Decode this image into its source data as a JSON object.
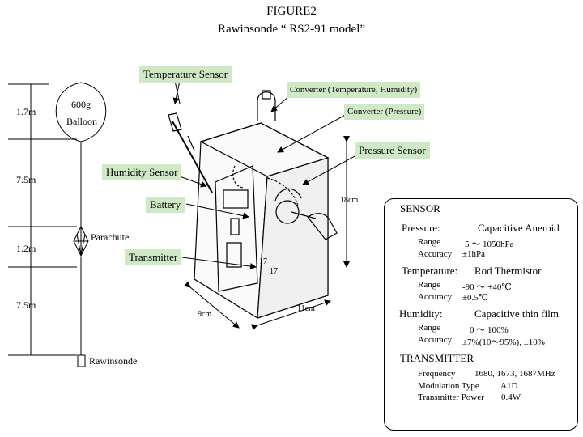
{
  "header": {
    "figure": "FIGURE2",
    "subtitle": "Rawinsonde  “ RS2-91 model”"
  },
  "callouts": {
    "temperature_sensor": "Temperature Sensor",
    "converter_temp_humidity": "Converter (Temperature, Humidity)",
    "converter_pressure": "Converter (Pressure)",
    "pressure_sensor": "Pressure Sensor",
    "humidity_sensor": "Humidity Sensor",
    "battery": "Battery",
    "transmitter": "Transmitter"
  },
  "left_chain": {
    "balloon_weight": "600g",
    "balloon_label": "Balloon",
    "parachute_label": "Parachute",
    "rawinsonde_label": "Rawinsonde",
    "dist_1": "1.7m",
    "dist_2": "7.5m",
    "dist_3": "1.2m",
    "dist_4": "7.5m"
  },
  "dimensions": {
    "height": "18cm",
    "width": "9cm",
    "depth": "11cm",
    "marker_a": "17",
    "marker_b": "17"
  },
  "spec": {
    "sensor_title": "SENSOR",
    "pressure": {
      "name": "Pressure:",
      "type": "Capacitive Aneroid",
      "range_label": "Range",
      "range_value": "5 〜 1050hPa",
      "accuracy_label": "Accuracy",
      "accuracy_value": "±1hPa"
    },
    "temperature": {
      "name": "Temperature:",
      "type": "Rod Thermistor",
      "range_label": "Range",
      "range_value": "-90 〜 +40℃",
      "accuracy_label": "Accuracy",
      "accuracy_value": "±0.5℃"
    },
    "humidity": {
      "name": "Humidity:",
      "type": "Capacitive thin film",
      "range_label": "Range",
      "range_value": "0 〜 100%",
      "accuracy_label": "Accuracy",
      "accuracy_value": "±7%(10〜95%),  ±10%"
    },
    "transmitter_title": "TRANSMITTER",
    "frequency_label": "Frequency",
    "frequency_value": "1680, 1673, 1687MHz",
    "modulation_label": "Modulation Type",
    "modulation_value": "A1D",
    "power_label": "Transmitter Power",
    "power_value": "0.4W"
  }
}
